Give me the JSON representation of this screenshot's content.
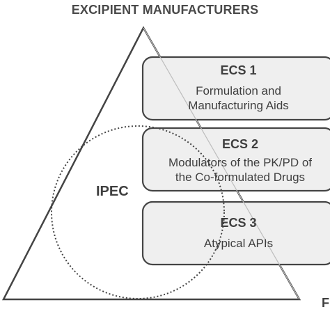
{
  "title": "EXCIPIENT MANUFACTURERS",
  "circle_label": "IPEC",
  "corner_label": "F",
  "boxes": [
    {
      "heading": "ECS 1",
      "lines": [
        "Formulation and",
        "Manufacturing  Aids"
      ]
    },
    {
      "heading": "ECS 2",
      "lines": [
        "Modulators of the PK/PD of",
        "the Co-formulated Drugs"
      ]
    },
    {
      "heading": "ECS 3",
      "lines": [
        "Atypical APIs"
      ]
    }
  ],
  "colors": {
    "box_fill": "#efefef",
    "stroke": "#444444",
    "text": "#3f3f3f"
  }
}
